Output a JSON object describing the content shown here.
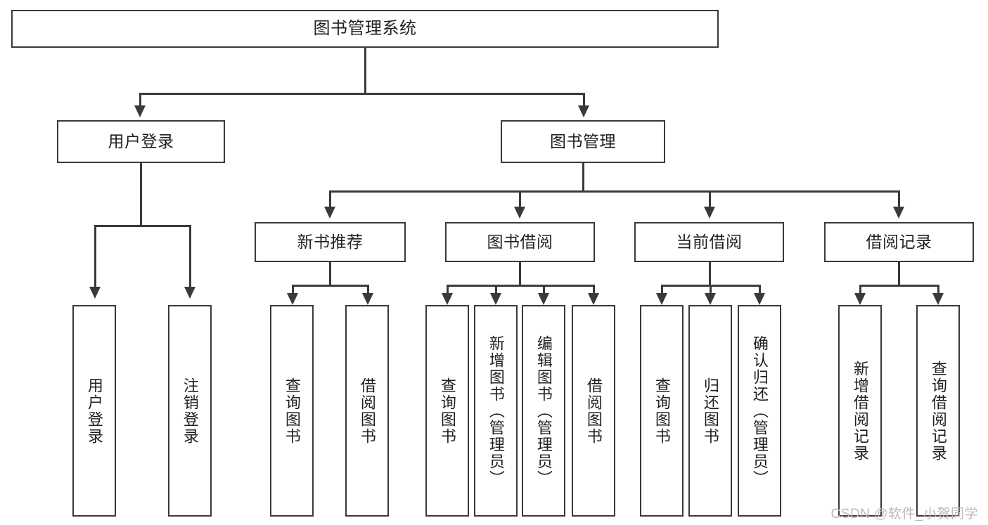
{
  "diagram": {
    "type": "tree-hierarchy",
    "title": "图书管理系统",
    "watermark": "CSDN @软件_小贺同学",
    "palette": {
      "background": "#ffffff",
      "box_border": "#3a3a3a",
      "box_fill": "#ffffff",
      "text": "#1f1f1f",
      "connector": "#3a3a3a",
      "watermark_text": "#b9b9b9"
    },
    "root": {
      "label": "图书管理系统"
    },
    "level2": [
      {
        "label": "用户登录"
      },
      {
        "label": "图书管理"
      }
    ],
    "level3": [
      {
        "label": "新书推荐"
      },
      {
        "label": "图书借阅"
      },
      {
        "label": "当前借阅"
      },
      {
        "label": "借阅记录"
      }
    ],
    "leaves": {
      "user_login": [
        {
          "label": "用户登录"
        },
        {
          "label": "注销登录"
        }
      ],
      "new_book": [
        {
          "label": "查询图书"
        },
        {
          "label": "借阅图书"
        }
      ],
      "book_borrow": [
        {
          "label": "查询图书"
        },
        {
          "label": "新增图书（管理员）"
        },
        {
          "label": "编辑图书（管理员）"
        },
        {
          "label": "借阅图书"
        }
      ],
      "current_borrow": [
        {
          "label": "查询图书"
        },
        {
          "label": "归还图书"
        },
        {
          "label": "确认归还（管理员）"
        }
      ],
      "borrow_record": [
        {
          "label": "新增借阅记录"
        },
        {
          "label": "查询借阅记录"
        }
      ]
    }
  }
}
